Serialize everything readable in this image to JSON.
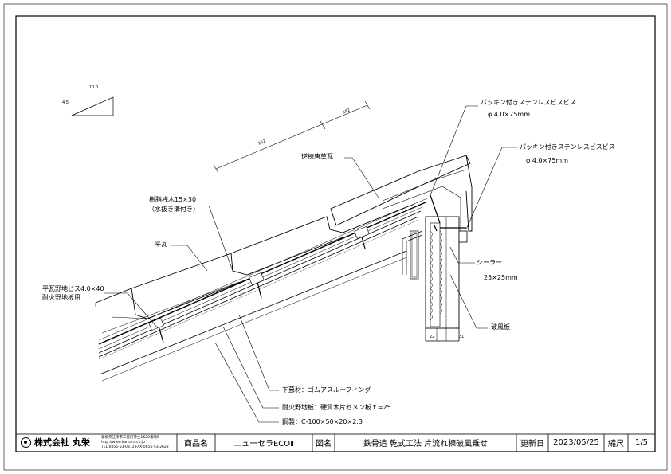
{
  "drawing": {
    "scale_labels": {
      "run": "10.0",
      "rise": "4.5"
    },
    "dims": {
      "upper": "182",
      "lower": "252",
      "sealer_w": "22",
      "sealer_h": "31"
    }
  },
  "labels": {
    "screw_1": "パッキン付きステンレスビスビス",
    "screw_1_size": "φ 4.0×75mm",
    "screw_2": "パッキン付きステンレスビスビス",
    "screw_2_size": "φ 4.0×75mm",
    "ridge_tile": "逆棟唐草瓦",
    "batten": "樹脂桟木15×30",
    "batten_note": "（水抜き溝付き）",
    "flat_tile": "平瓦",
    "sheathing_screw": "平瓦野地ビス4.0×40",
    "sheathing_screw_note": "耐火野地板用",
    "sealer": "シーラー",
    "sealer_size": "25×25mm",
    "barge_board": "破風板",
    "underlay": "下葺材：ゴムアスルーフィング",
    "sheathing": "耐火野地板：硬質木片セメン板ｔ=25",
    "steel": "鋼製：C-100×50×20×2.3"
  },
  "title_block": {
    "company": "株式会社 丸栄",
    "company_info": [
      "島根県江津市二宮町神主1620番地5",
      "http://www.kamara.co.jp",
      "TEL:0855-53-0811 FAX:0855-53-2623"
    ],
    "product_label": "商品名",
    "product_name": "ニューセラECOⅡ",
    "drawing_label": "図名",
    "drawing_name": "鉄骨造 乾式工法 片流れ棟破風乗せ",
    "updated_label": "更新日",
    "updated_date": "2023/05/25",
    "scale_label": "縮尺",
    "scale_value": "1/5"
  }
}
